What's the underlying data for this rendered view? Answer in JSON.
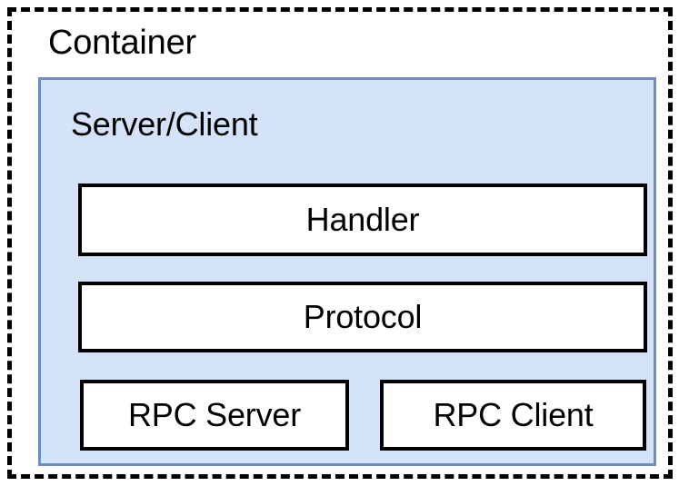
{
  "diagram": {
    "type": "nested-block-architecture",
    "title": "Container",
    "colors": {
      "panel_fill": "#d4e3f7",
      "panel_border": "#6c8ebf",
      "component_fill": "#ffffff",
      "component_border": "#000000",
      "container_border": "#000000",
      "text": "#000000",
      "background": "#ffffff"
    },
    "container": {
      "label": "Container",
      "border_style": "dashed"
    },
    "panel": {
      "label": "Server/Client",
      "border_style": "solid"
    },
    "components": [
      {
        "label": "Handler",
        "row": 1,
        "span": "full"
      },
      {
        "label": "Protocol",
        "row": 2,
        "span": "full"
      },
      {
        "label": "RPC Server",
        "row": 3,
        "span": "half-left"
      },
      {
        "label": "RPC Client",
        "row": 3,
        "span": "half-right"
      }
    ]
  }
}
